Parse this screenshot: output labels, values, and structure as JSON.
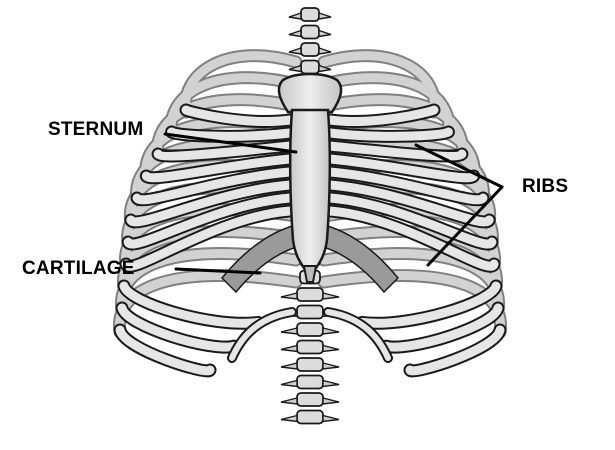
{
  "labels": {
    "sternum": "STERNUM",
    "cartilage": "CARTILAGE",
    "ribs": "RIBS"
  },
  "colors": {
    "bone": "#e4e4e4",
    "bone_shadow": "#bdbdbd",
    "outline": "#1a1a1a",
    "label_text": "#000000",
    "leader_line": "#000000"
  }
}
